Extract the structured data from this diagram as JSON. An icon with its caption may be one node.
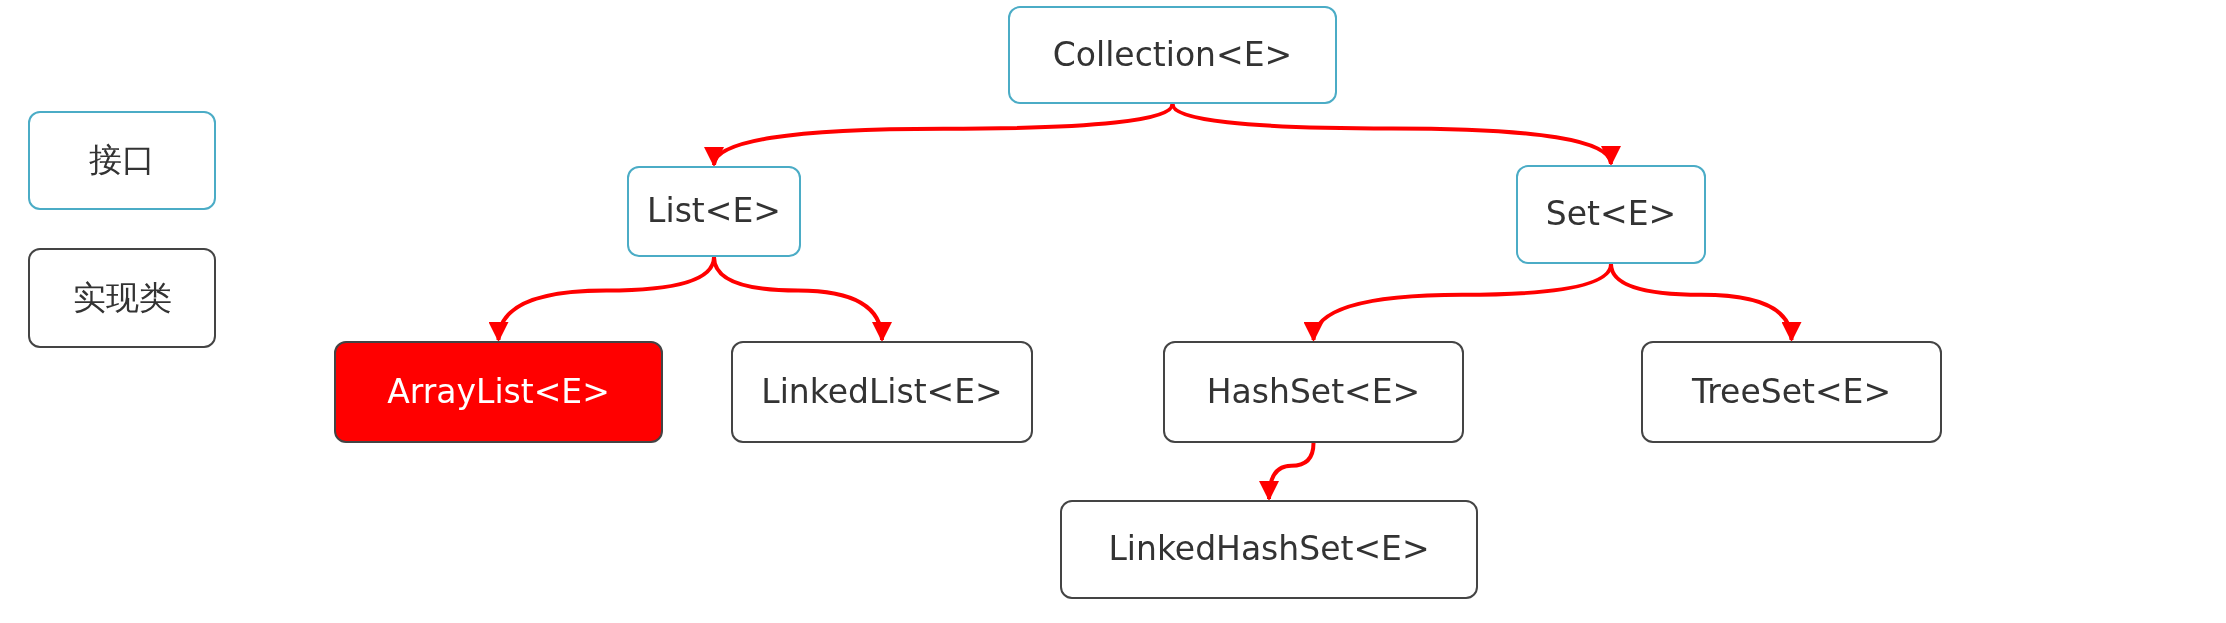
{
  "diagram": {
    "nodes": [
      {
        "text": [
          "接口"
        ]
      },
      {
        "text": [
          "实现类"
        ]
      },
      {
        "text": [
          "Collection<E>"
        ]
      },
      {
        "text": [
          "List<E>"
        ]
      },
      {
        "text": [
          "Set<E>"
        ]
      },
      {
        "text": [
          "ArrayList<E>"
        ]
      },
      {
        "text": [
          "LinkedList<E>"
        ]
      },
      {
        "text": [
          "HashSet<E>"
        ]
      },
      {
        "text": [
          "TreeSet<E>"
        ]
      },
      {
        "text": [
          "LinkedHashSet<E>"
        ]
      }
    ],
    "edges": [
      {
        "from": 2,
        "to": 3,
        "arrow": "to"
      },
      {
        "from": 2,
        "to": 4,
        "arrow": "to"
      },
      {
        "from": 3,
        "to": 5,
        "arrow": "to"
      },
      {
        "from": 3,
        "to": 6,
        "arrow": "to"
      },
      {
        "from": 4,
        "to": 7,
        "arrow": "to"
      },
      {
        "from": 4,
        "to": 8,
        "arrow": "to"
      },
      {
        "from": 7,
        "to": 9,
        "arrow": "to"
      }
    ]
  }
}
